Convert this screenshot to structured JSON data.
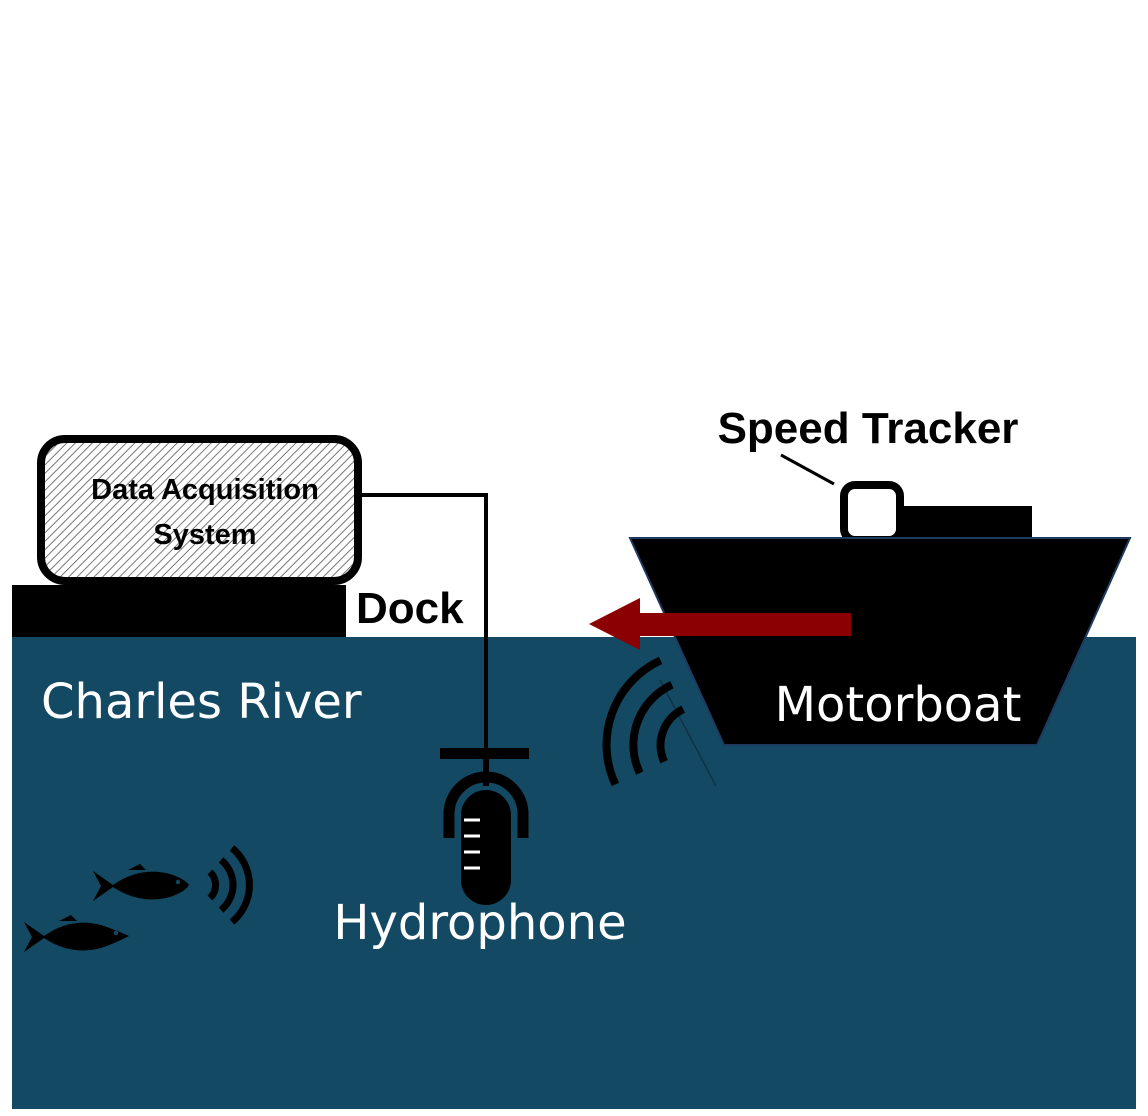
{
  "labels": {
    "data_acquisition_line1": "Data Acquisition",
    "data_acquisition_line2": "System",
    "dock": "Dock",
    "speed_tracker": "Speed Tracker",
    "motorboat": "Motorboat",
    "charles_river": "Charles River",
    "hydrophone": "Hydrophone"
  },
  "colors": {
    "water": "#134962",
    "arrow": "#8b0000",
    "dark": "#000000",
    "white": "#ffffff"
  },
  "icons": {
    "fish": "fish-icon",
    "sound_waves": "sound-wave-icon",
    "hydrophone": "microphone-icon",
    "arrow": "arrow-left-icon"
  }
}
